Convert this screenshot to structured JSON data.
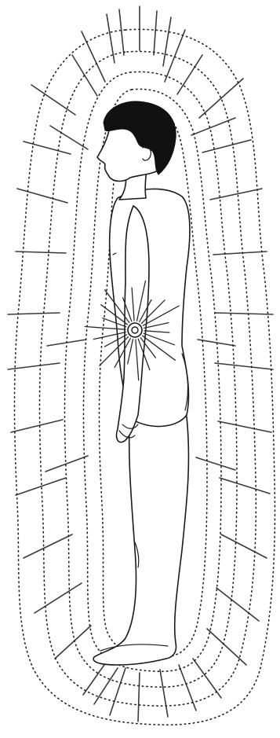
{
  "illustration": {
    "subject": "standing-human-figure-side-view",
    "colors": {
      "background": "#ffffff",
      "line": "#1a1a1a",
      "hair": "#111111"
    },
    "aura_layer_count": 5,
    "elements": [
      "aura-layers",
      "aura-rays",
      "human-figure",
      "navel-energy-center",
      "navel-rays"
    ]
  }
}
